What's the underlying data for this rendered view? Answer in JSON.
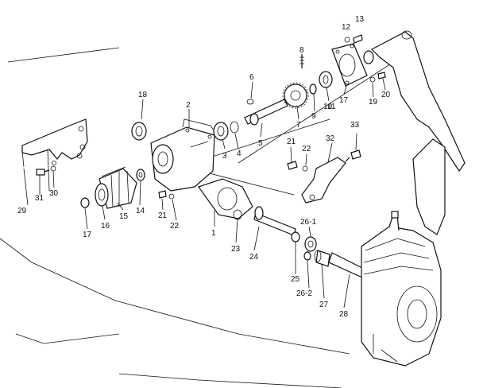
{
  "labels": [
    {
      "text": "1"
    },
    {
      "text": "2"
    },
    {
      "text": "3"
    },
    {
      "text": "4"
    },
    {
      "text": "5"
    },
    {
      "text": "6"
    },
    {
      "text": "7"
    },
    {
      "text": "8"
    },
    {
      "text": "9"
    },
    {
      "text": "10"
    },
    {
      "text": "11"
    },
    {
      "text": "12"
    },
    {
      "text": "13"
    },
    {
      "text": "14"
    },
    {
      "text": "15"
    },
    {
      "text": "16"
    },
    {
      "text": "17"
    },
    {
      "text": "17"
    },
    {
      "text": "18"
    },
    {
      "text": "19"
    },
    {
      "text": "20"
    },
    {
      "text": "21"
    },
    {
      "text": "21"
    },
    {
      "text": "22"
    },
    {
      "text": "22"
    },
    {
      "text": "23"
    },
    {
      "text": "24"
    },
    {
      "text": "25"
    },
    {
      "text": "26-1"
    },
    {
      "text": "26-2"
    },
    {
      "text": "27"
    },
    {
      "text": "28"
    },
    {
      "text": "29"
    },
    {
      "text": "30"
    },
    {
      "text": "31"
    },
    {
      "text": "32"
    },
    {
      "text": "33"
    }
  ]
}
